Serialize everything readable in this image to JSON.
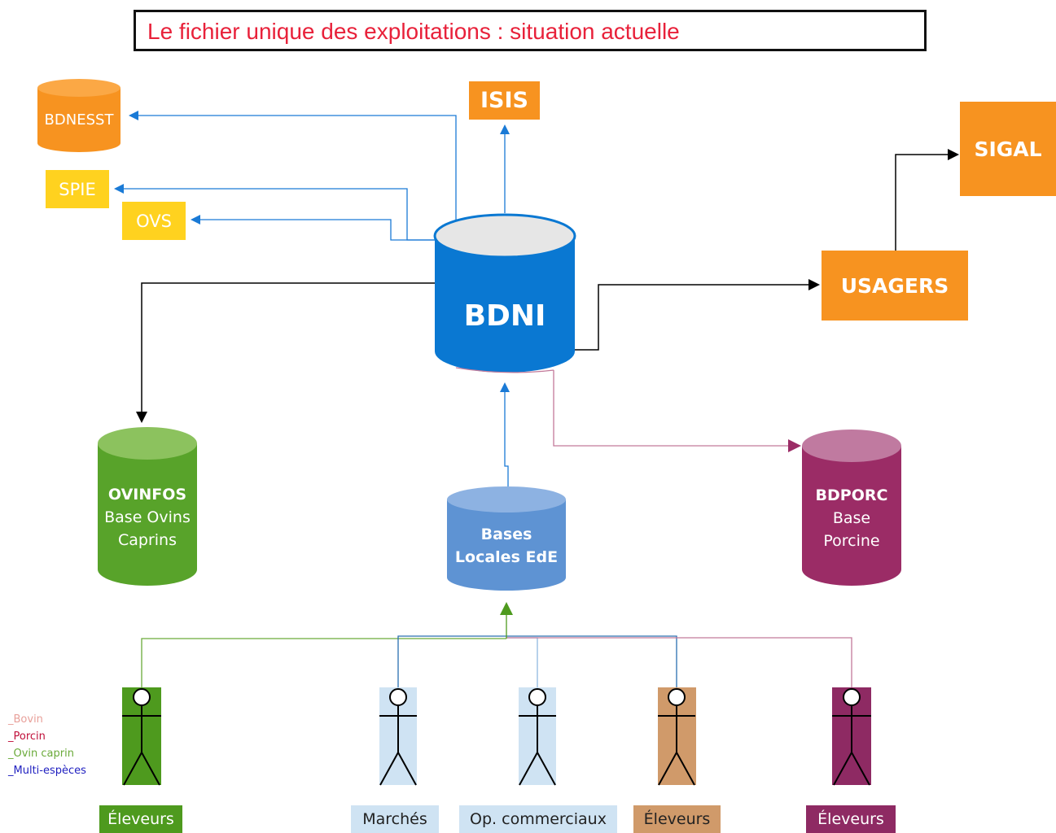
{
  "title": "Le fichier unique des exploitations : situation actuelle",
  "nodes": {
    "bdnesst": "BDNESST",
    "spie": "SPIE",
    "ovs": "OVS",
    "isis": "ISIS",
    "sigal": "SIGAL",
    "usagers": "USAGERS",
    "bdni": "BDNI",
    "ovinfos": {
      "line1": "OVINFOS",
      "line2": "Base Ovins",
      "line3": "Caprins"
    },
    "bases_locales": {
      "line1": "Bases",
      "line2": "Locales EdE"
    },
    "bdporc": {
      "line1": "BDPORC",
      "line2": "Base",
      "line3": "Porcine"
    }
  },
  "legend": [
    {
      "label": "_Bovin",
      "color": "#e8a09a"
    },
    {
      "label": "_Porcin",
      "color": "#c0103a"
    },
    {
      "label": "_Ovin caprin",
      "color": "#6aaa3a"
    },
    {
      "label": "_Multi-espèces",
      "color": "#2020c0"
    }
  ],
  "actors": [
    {
      "label": "Éleveurs",
      "color": "#4e9a1e",
      "text_color": "#ffffff"
    },
    {
      "label": "Marchés",
      "color": "#cfe3f3",
      "text_color": "#222222"
    },
    {
      "label": "Op. commerciaux",
      "color": "#cfe3f3",
      "text_color": "#222222"
    },
    {
      "label": "Éleveurs",
      "color": "#d09a6a",
      "text_color": "#222222"
    },
    {
      "label": "Éleveurs",
      "color": "#8e2a63",
      "text_color": "#ffffff"
    }
  ],
  "colors": {
    "orange": "#f79320",
    "yellow": "#ffd21f",
    "bdni_blue": "#0a78d2",
    "ovinfos_green": "#58a32a",
    "bases_blue": "#5e93d3",
    "bdporc_purple": "#9b2c66",
    "title_red": "#e8213a"
  }
}
